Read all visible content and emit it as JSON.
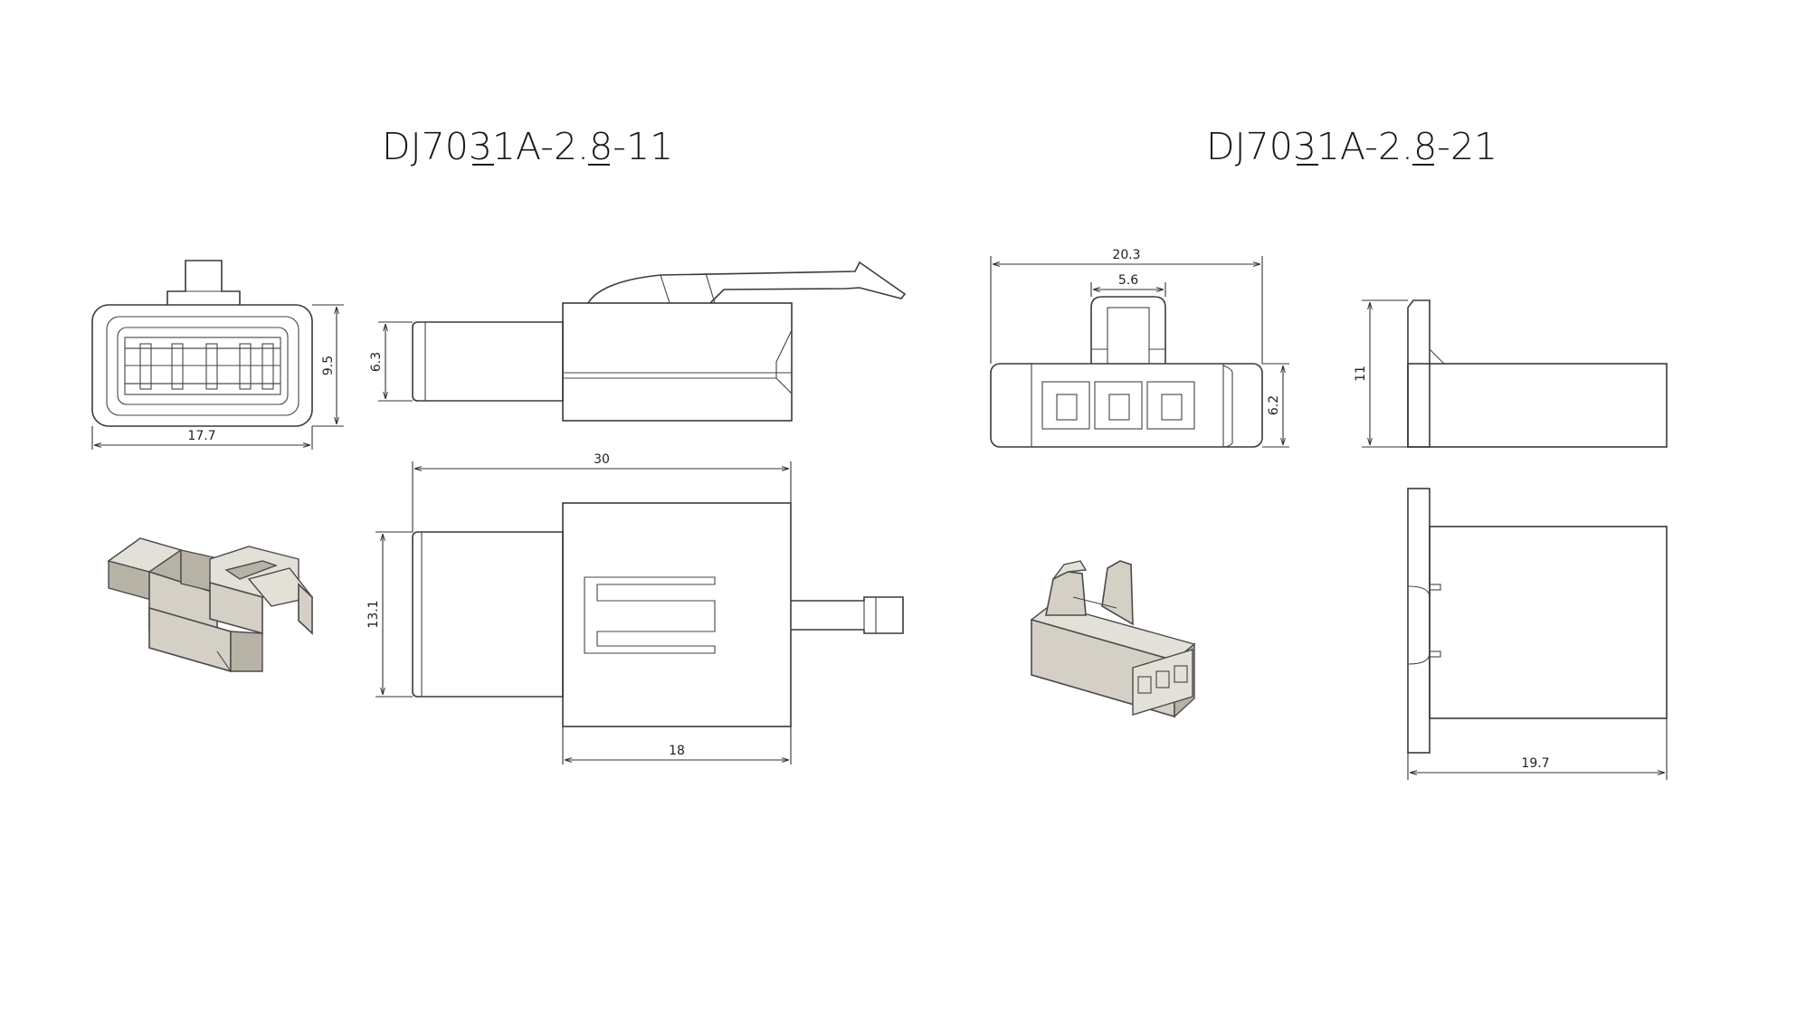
{
  "titles": {
    "left": "DJ7031A-2.8-11",
    "right": "DJ7031A-2.8-21"
  },
  "part_11": {
    "dims": {
      "front_width": "17.7",
      "front_height": "9.5",
      "side_height": "6.3",
      "overall_length": "30",
      "body_height": "13.1",
      "body_length": "18"
    }
  },
  "part_21": {
    "dims": {
      "front_width": "20.3",
      "latch_width": "5.6",
      "front_height": "6.2",
      "side_height": "11",
      "body_length": "19.7"
    }
  }
}
